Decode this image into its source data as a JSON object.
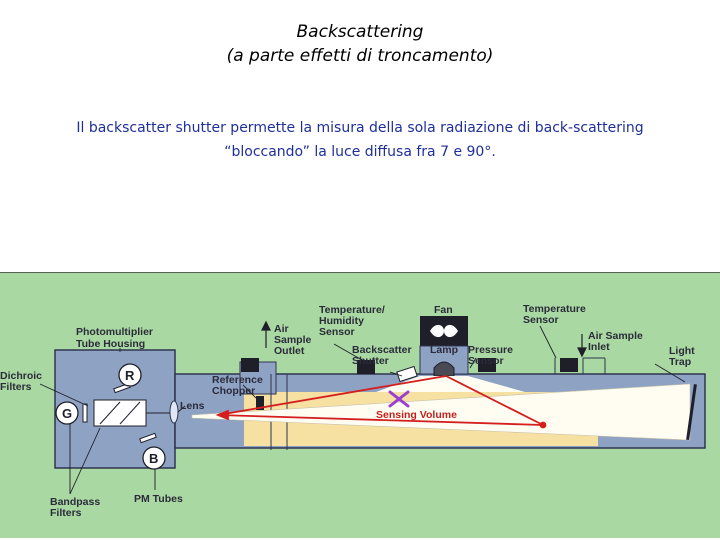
{
  "header": {
    "title": "Backscattering",
    "subtitle": "(a parte effetti di troncamento)"
  },
  "description": {
    "line1": "Il backscatter shutter permette la misura della sola radiazione di back-scattering",
    "line2": "“bloccando” la luce diffusa fra 7 e 90°."
  },
  "diagram": {
    "labels": {
      "photomultiplier_1": "Photomultiplier",
      "photomultiplier_2": "Tube Housing",
      "dichroic_1": "Dichroic",
      "dichroic_2": "Filters",
      "bandpass_1": "Bandpass",
      "bandpass_2": "Filters",
      "pm_tubes": "PM Tubes",
      "lens": "Lens",
      "ref_chopper_1": "Reference",
      "ref_chopper_2": "Chopper",
      "air_outlet_1": "Air",
      "air_outlet_2": "Sample",
      "air_outlet_3": "Outlet",
      "temp_hum_1": "Temperature/",
      "temp_hum_2": "Humidity",
      "temp_hum_3": "Sensor",
      "backscatter_1": "Backscatter",
      "backscatter_2": "Shutter",
      "fan": "Fan",
      "lamp": "Lamp",
      "pressure_1": "Pressure",
      "pressure_2": "Sensor",
      "temp_sensor_1": "Temperature",
      "temp_sensor_2": "Sensor",
      "air_inlet_1": "Air Sample",
      "air_inlet_2": "Inlet",
      "light_trap_1": "Light",
      "light_trap_2": "Trap",
      "sensing_volume": "Sensing Volume",
      "r": "R",
      "g": "G",
      "b": "B"
    },
    "colors": {
      "background": "#a9d8a2",
      "housing": "#8ea2c4",
      "volume": "#f6e0a2",
      "beam": "#fffdf2",
      "rays": "#d41f1f",
      "cross": "#9b3fd1"
    }
  }
}
